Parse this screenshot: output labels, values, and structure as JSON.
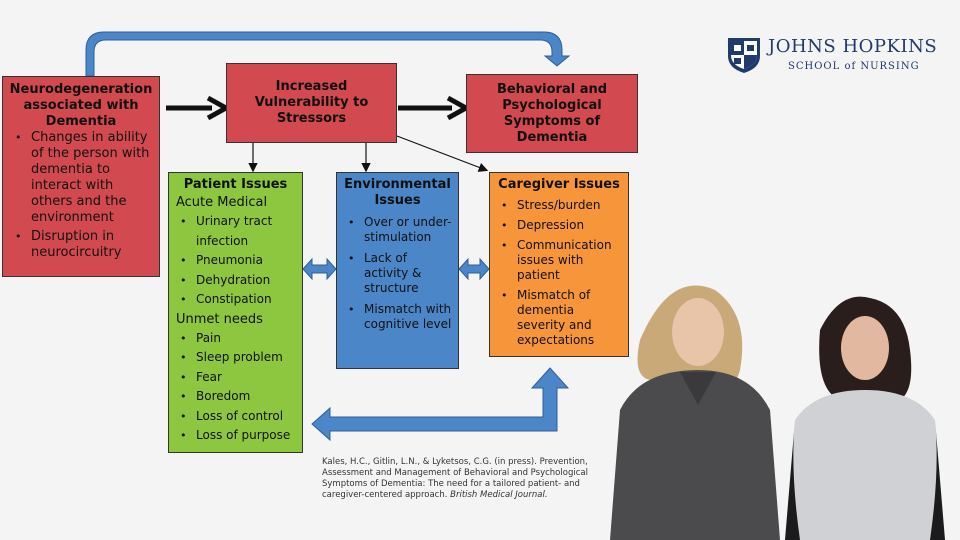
{
  "logo": {
    "line1": "JOHNS HOPKINS",
    "line2": "SCHOOL of NURSING",
    "icon": "university-shield-icon"
  },
  "boxes": {
    "neuro": {
      "title": "Neurodegeneration associated with Dementia",
      "bullets": [
        "Changes in ability of the person with dementia to interact with others and the environment",
        "Disruption in neurocircuitry"
      ],
      "color": "#d2494f"
    },
    "vulnerability": {
      "title": "Increased Vulnerability to Stressors",
      "color": "#d2494f"
    },
    "bpsd": {
      "title": "Behavioral and Psychological Symptoms of Dementia",
      "color": "#d2494f"
    },
    "patient": {
      "title": "Patient Issues",
      "section1": "Acute Medical",
      "items1": [
        "Urinary tract infection",
        "Pneumonia",
        "Dehydration",
        "Constipation"
      ],
      "section2": "Unmet needs",
      "items2": [
        "Pain",
        "Sleep problem",
        "Fear",
        "Boredom",
        "Loss of control",
        "Loss of purpose"
      ],
      "color": "#8dc63f"
    },
    "environmental": {
      "title": "Environmental Issues",
      "bullets": [
        "Over or under-stimulation",
        "Lack of activity & structure",
        "Mismatch with cognitive level"
      ],
      "color": "#4a86c8"
    },
    "caregiver": {
      "title": "Caregiver Issues",
      "bullets": [
        "Stress/burden",
        "Depression",
        "Communication issues with patient",
        "Mismatch of dementia severity and expectations"
      ],
      "color": "#f7953b"
    }
  },
  "citation": {
    "text": "Kales, H.C., Gitlin, L.N., & Lyketsos, C.G. (in press). Prevention, Assessment and Management of Behavioral and Psychological Symptoms of Dementia: The need for a tailored patient- and caregiver-centered approach.",
    "journal": "British Medical Journal."
  },
  "colors": {
    "arrow_blue": "#4a86c8",
    "arrow_black": "#111111"
  }
}
